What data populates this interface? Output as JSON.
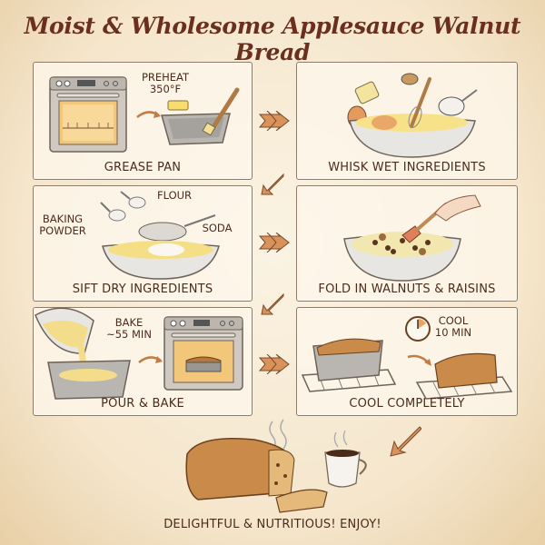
{
  "title": "Moist & Wholesome Applesauce Walnut Bread",
  "steps": [
    {
      "label": "GREASE PAN",
      "notes": [
        "PREHEAT",
        "350°F"
      ]
    },
    {
      "label": "WHISK WET INGREDIENTS",
      "notes": []
    },
    {
      "label": "SIFT DRY INGREDIENTS",
      "notes": [
        "FLOUR",
        "BAKING POWDER",
        "SODA"
      ]
    },
    {
      "label": "FOLD IN WALNUTS & RAISINS",
      "notes": []
    },
    {
      "label": "POUR & BAKE",
      "notes": [
        "BAKE",
        "~55 MIN"
      ]
    },
    {
      "label": "COOL COMPLETELY",
      "notes": [
        "COOL",
        "10 MIN"
      ]
    }
  ],
  "notes": {
    "preheat": "PREHEAT",
    "temp": "350°F",
    "flour": "FLOUR",
    "baking": "BAKING",
    "powder": "POWDER",
    "soda": "SODA",
    "bake": "BAKE",
    "bake_time": "~55 MIN",
    "cool": "COOL",
    "cool_time": "10 MIN"
  },
  "footer": "DELIGHTFUL & NUTRITIOUS!  ENJOY!",
  "icons": [
    "oven-icon",
    "loaf-pan-icon",
    "butter-icon",
    "brush-icon",
    "mixing-bowl-icon",
    "whisk-icon",
    "egg-icon",
    "sieve-icon",
    "spatula-icon",
    "timer-icon",
    "cooling-rack-icon",
    "bread-loaf-icon",
    "coffee-cup-icon",
    "arrow-icon"
  ],
  "colors": {
    "title": "#6b2f1f",
    "text": "#4a2c1e",
    "arrow": "#d9925a",
    "panel_border": "#8d7a68",
    "background": "#f5e6cc"
  }
}
